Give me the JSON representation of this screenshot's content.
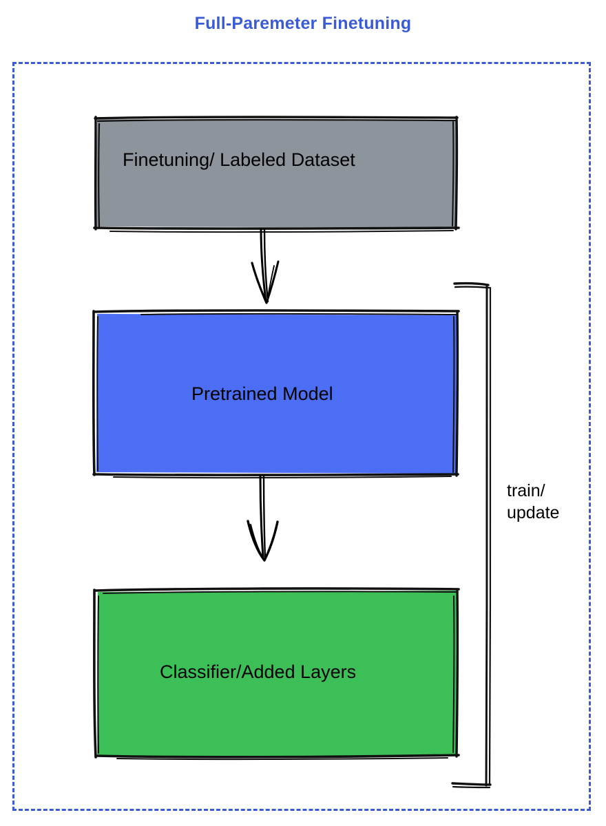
{
  "diagram": {
    "title": "Full-Paremeter Finetuning",
    "title_color": "#3b5bd6",
    "frame": {
      "style": "dashed",
      "color": "#3b5bd6"
    },
    "nodes": [
      {
        "id": "dataset",
        "label": "Finetuning/ Labeled Dataset",
        "fill": "#8d949b",
        "stroke": "#000000",
        "text_color": "#000000"
      },
      {
        "id": "pretrained-model",
        "label": "Pretrained Model",
        "fill": "#4b6ef5",
        "stroke": "#000000",
        "text_color": "#000000"
      },
      {
        "id": "classifier",
        "label": "Classifier/Added Layers",
        "fill": "#3dbf57",
        "stroke": "#000000",
        "text_color": "#000000"
      }
    ],
    "edges": [
      {
        "id": "dataset-to-model",
        "from": "dataset",
        "to": "pretrained-model",
        "label": "",
        "style": "arrow-down"
      },
      {
        "id": "model-to-classifier",
        "from": "pretrained-model",
        "to": "classifier",
        "label": "",
        "style": "arrow-down"
      },
      {
        "id": "feedback-bracket",
        "from": "classifier",
        "to": "pretrained-model",
        "label": "train/\nupdate",
        "style": "bracket-right"
      }
    ]
  }
}
